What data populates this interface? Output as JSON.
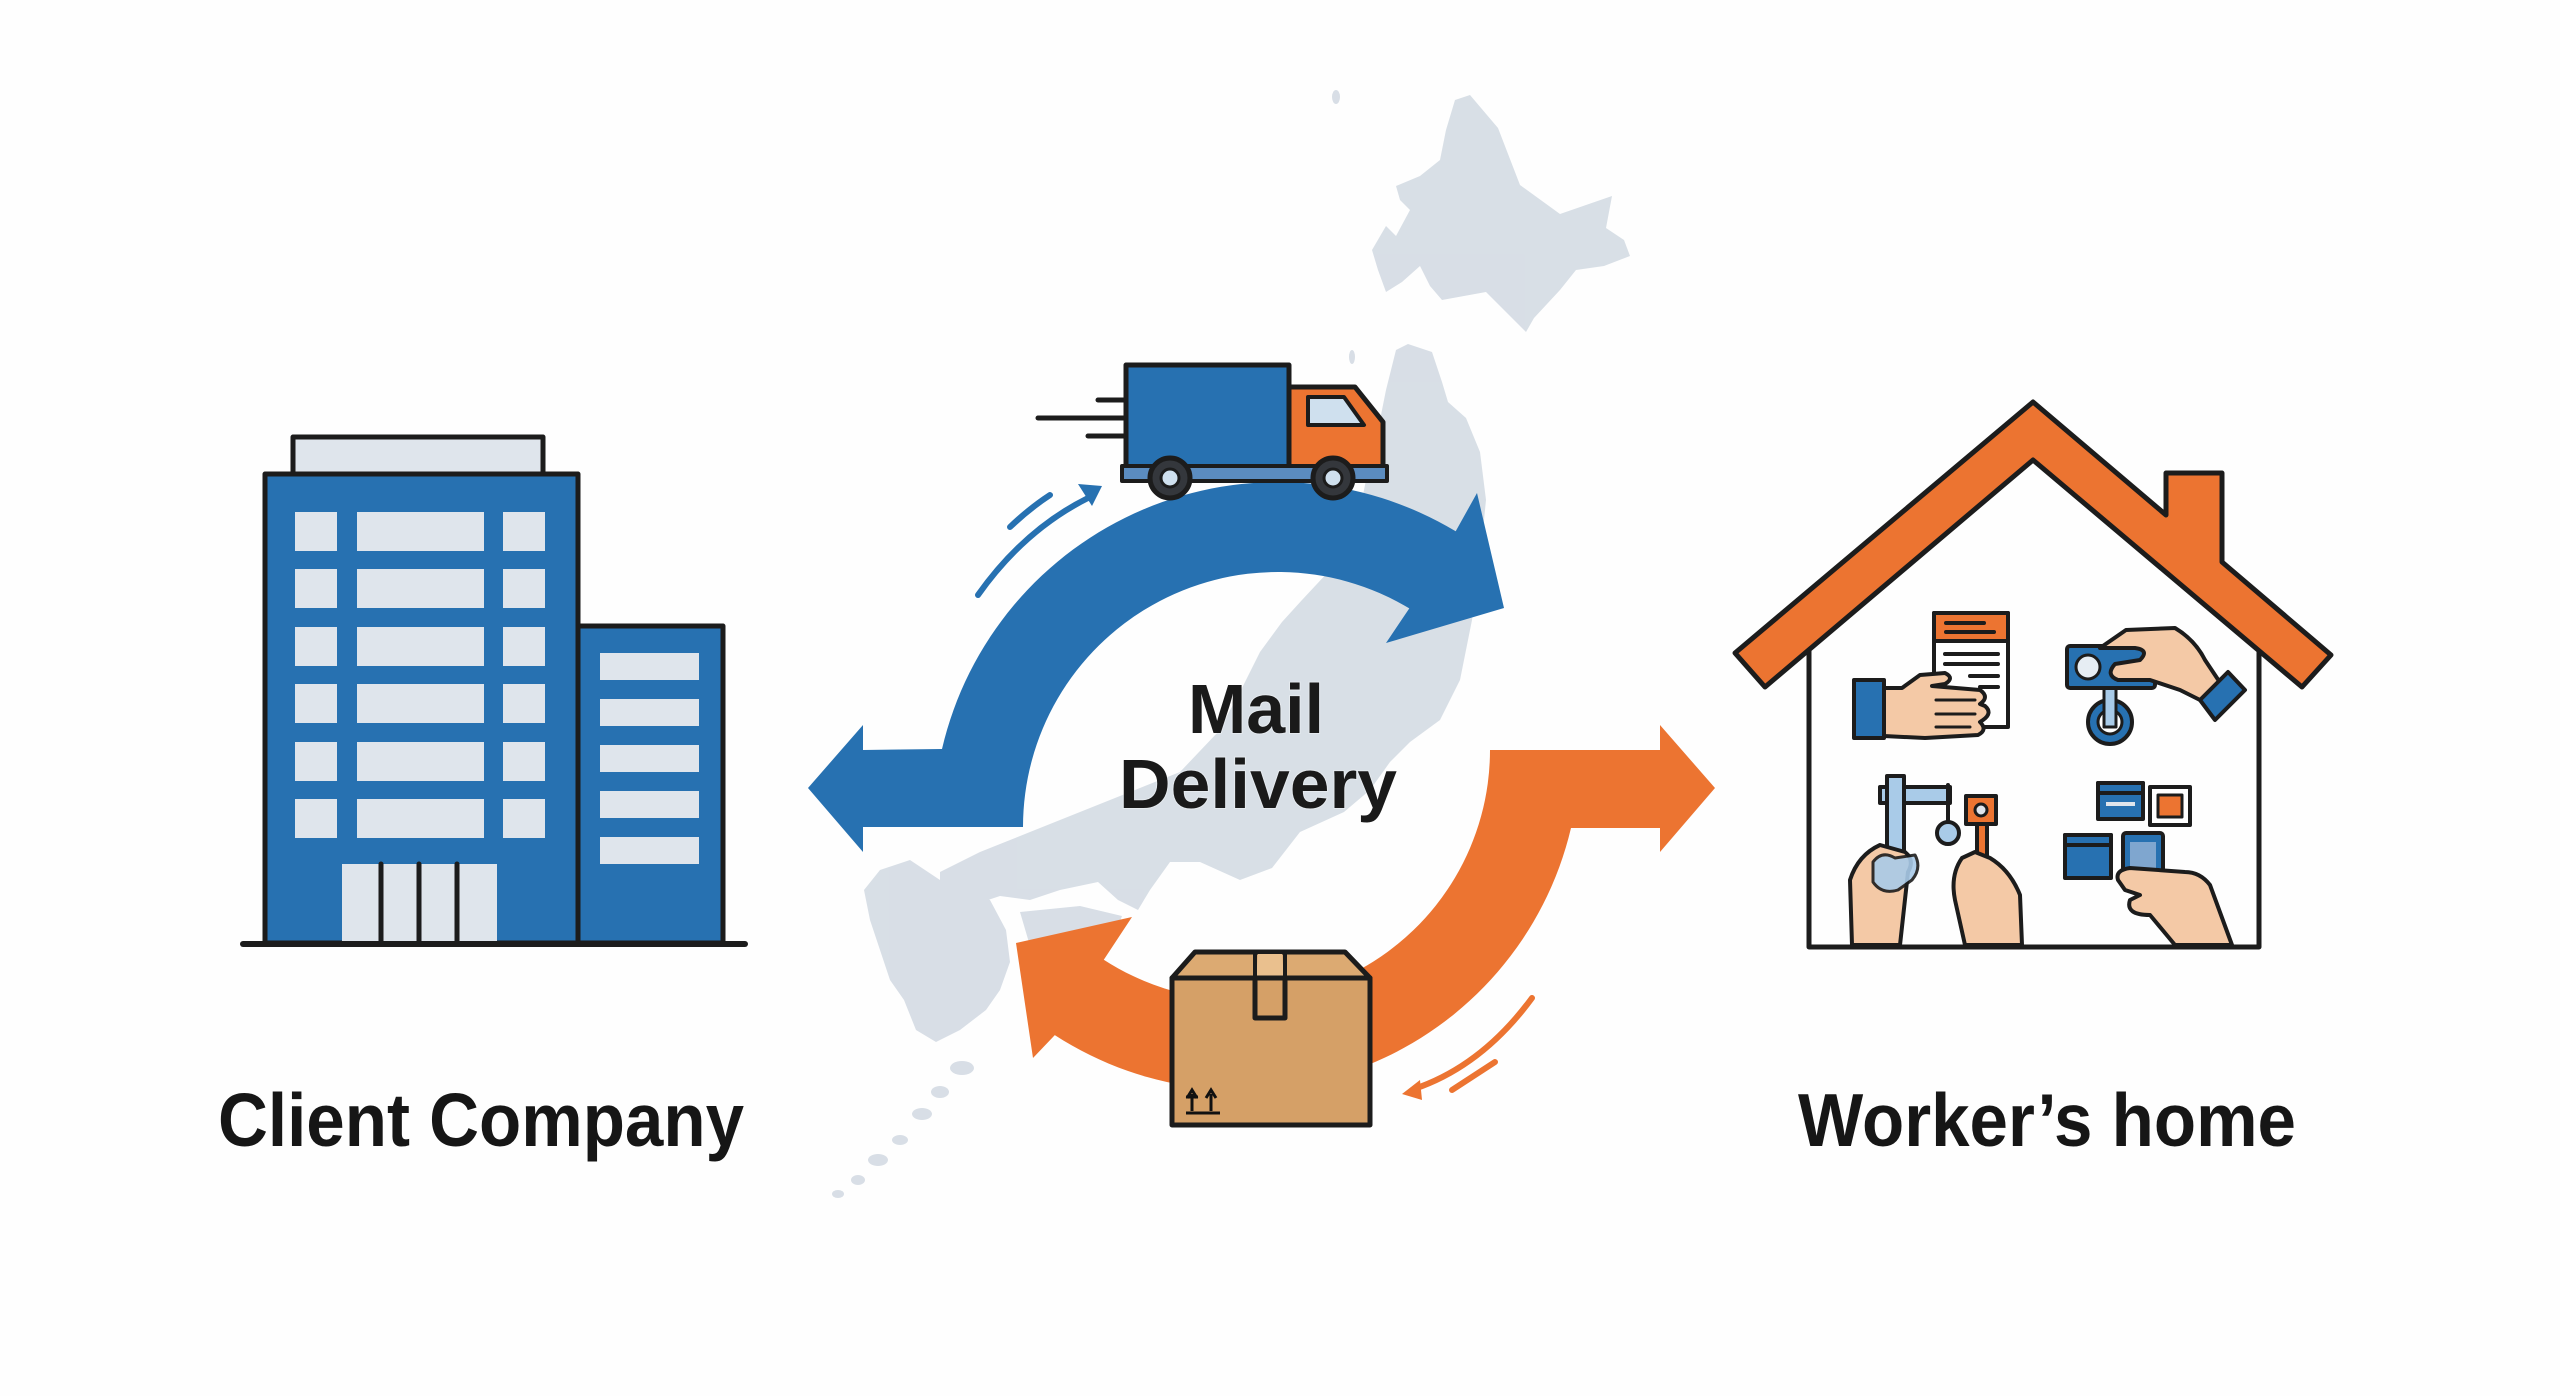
{
  "diagram": {
    "title_line1": "Mail",
    "title_line2": "Delivery",
    "left_node": {
      "label": "Client Company",
      "icon": "office-building-icon"
    },
    "right_node": {
      "label": "Worker’s home",
      "icon": "house-icon"
    },
    "top_flow": {
      "direction": "to-worker",
      "icon": "delivery-truck-icon"
    },
    "bottom_flow": {
      "direction": "to-client",
      "icon": "parcel-box-icon"
    },
    "background_map": "japan-map",
    "house_activities": [
      {
        "icon": "hand-document-icon"
      },
      {
        "icon": "hand-device-icon"
      },
      {
        "icon": "hands-tool-icon"
      },
      {
        "icon": "hand-boxes-icon"
      }
    ]
  },
  "colors": {
    "blue": "#2771b1",
    "orange": "#ec7431",
    "window": "#dfe5ec",
    "map": "#d6dde5",
    "cardboard": "#d5a067",
    "cardboard_top": "#dcaa72",
    "tape": "#eac08e",
    "skin": "#f4c9a6",
    "light_blue": "#a9cbe8",
    "ink": "#1c1c1c",
    "background": "#fefefe"
  }
}
